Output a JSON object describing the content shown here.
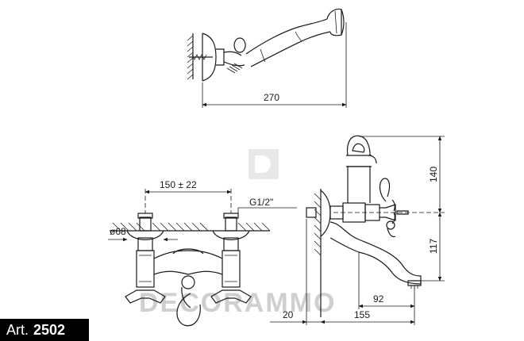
{
  "dimensions": {
    "shower_length": "270",
    "center_distance": "150 ± 22",
    "thread": "G1/2\"",
    "flange_diameter": "ø68",
    "height_upper": "140",
    "height_lower": "117",
    "spout_projection": "92",
    "wall_offset": "20",
    "total_depth": "155"
  },
  "watermark": "DECORAMMO",
  "article": {
    "prefix": "Art.",
    "number": "2502"
  },
  "colors": {
    "line": "#1a1a1a",
    "watermark": "#cfcfcf",
    "badge_bg": "#000000",
    "badge_text": "#ffffff"
  }
}
